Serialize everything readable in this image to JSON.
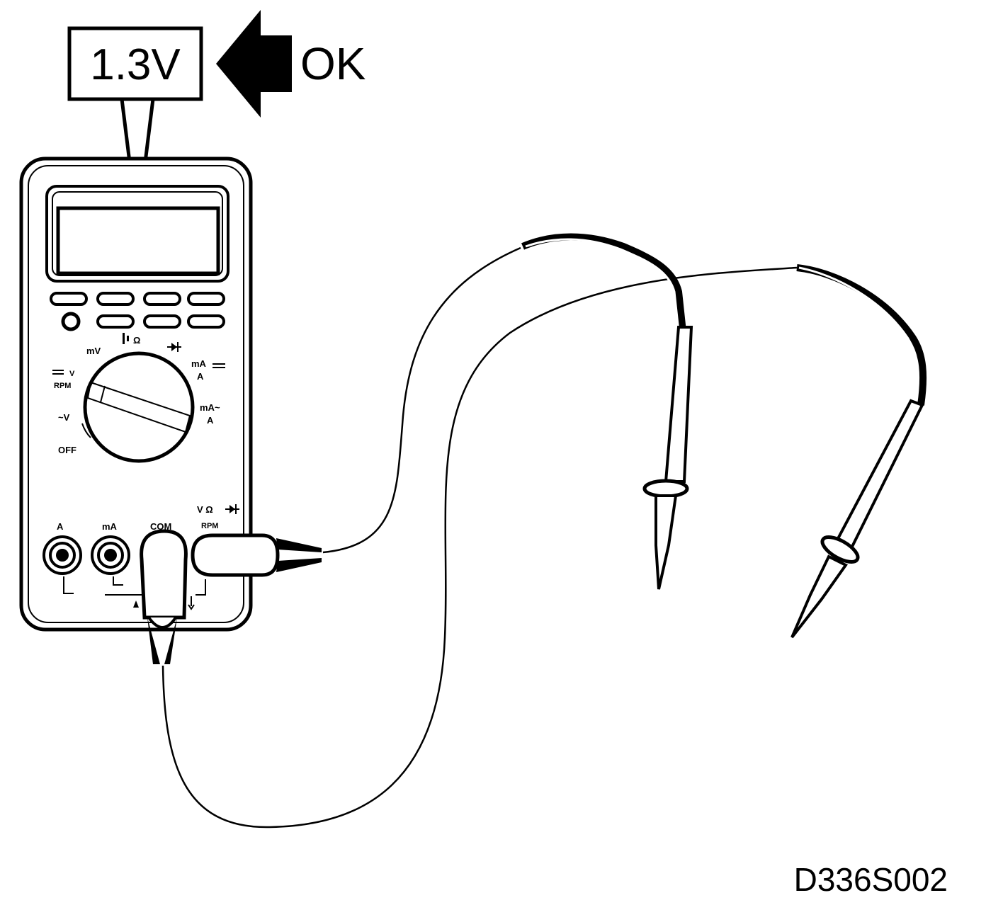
{
  "reading_box": {
    "value": "1.3V"
  },
  "status_label": "OK",
  "dial": {
    "mv": "mV",
    "ohm": "Ω",
    "diode": "⊣⊢",
    "dcv_v": "V",
    "dcv_rpm": "RPM",
    "acv": "~V",
    "off": "OFF",
    "ma_dc": "mA",
    "ma_dc_a": "A",
    "ma_ac": "mA~",
    "ma_ac_a": "A"
  },
  "terminals": {
    "a": "A",
    "ma": "mA",
    "com": "COM",
    "vohm": "V Ω",
    "vohm_rpm": "RPM"
  },
  "figure_code": "D336S002",
  "colors": {
    "ink": "#000000",
    "paper": "#ffffff"
  }
}
